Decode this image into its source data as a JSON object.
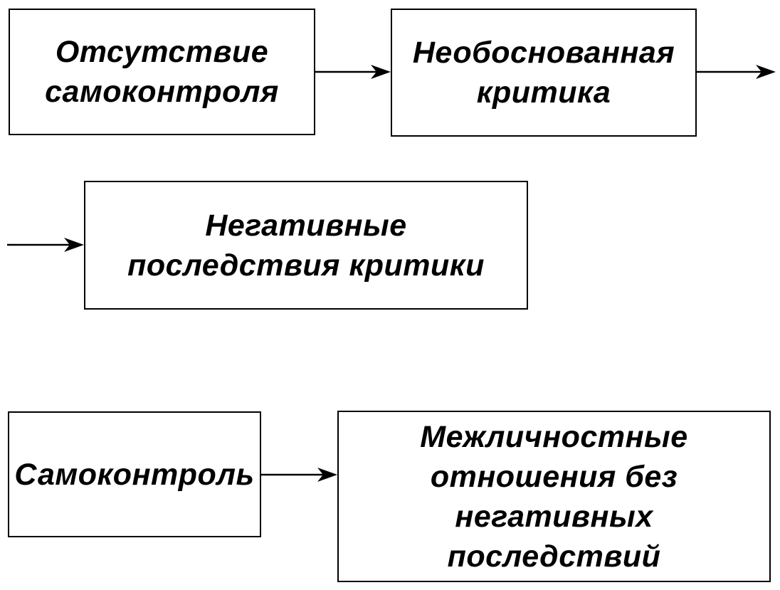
{
  "diagram": {
    "type": "flowchart",
    "background_color": "#ffffff",
    "node_border_color": "#000000",
    "node_fill_color": "#ffffff",
    "text_color": "#000000",
    "arrow_color": "#000000",
    "nodes": [
      {
        "id": "lack-of-self-control",
        "label": "Отсутствие самоконтроля",
        "lines": [
          "Отсутствие",
          "самоконтроля"
        ]
      },
      {
        "id": "unjustified-criticism",
        "label": "Необоснованная критика",
        "lines": [
          "Необоснованная",
          "критика"
        ]
      },
      {
        "id": "negative-consequences-of-criticism",
        "label": "Негативные последствия критики",
        "lines": [
          "Негативные",
          "последствия критики"
        ]
      },
      {
        "id": "self-control",
        "label": "Самоконтроль",
        "lines": [
          "Самоконтроль"
        ]
      },
      {
        "id": "relations-without-negative-consequences",
        "label": "Межличностные отношения без негативных последствий",
        "lines": [
          "Межличностные",
          "отношения без негативных",
          "последствий"
        ]
      }
    ],
    "edges": [
      {
        "from": "lack-of-self-control",
        "to": "unjustified-criticism"
      },
      {
        "from": "unjustified-criticism",
        "to": "off-canvas-right"
      },
      {
        "from": "off-canvas-left",
        "to": "negative-consequences-of-criticism"
      },
      {
        "from": "self-control",
        "to": "relations-without-negative-consequences"
      }
    ]
  }
}
